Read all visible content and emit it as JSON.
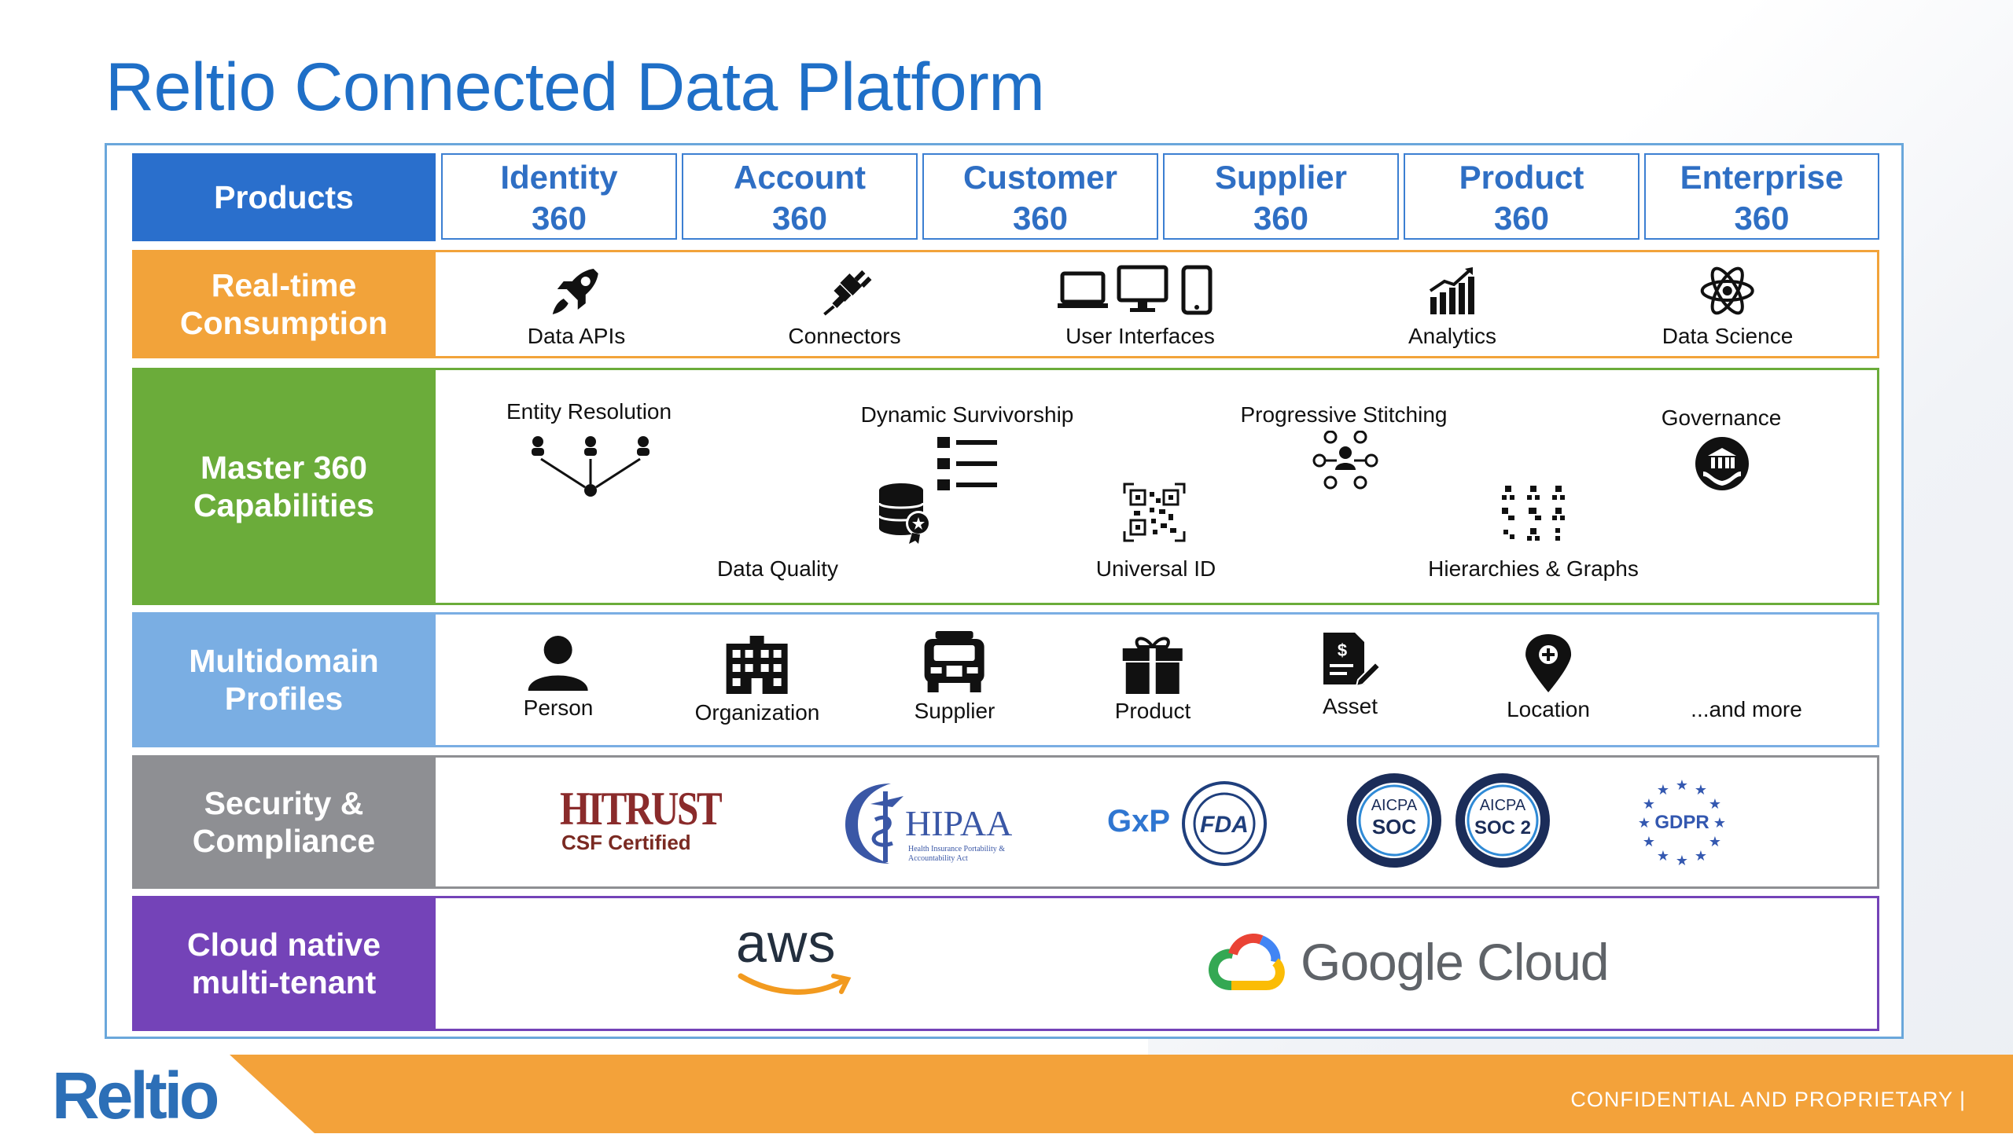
{
  "title": "Reltio Connected Data Platform",
  "colors": {
    "title_blue": "#1f6fc7",
    "products": "#2a6fcc",
    "realtime": "#f2a33a",
    "master": "#6bac3a",
    "multidomain": "#7aaee3",
    "security": "#8e8f93",
    "cloud": "#7443b8",
    "footer_orange": "#f3a23a"
  },
  "rows": {
    "products": {
      "label": "Products",
      "items": [
        "Identity\n360",
        "Account\n360",
        "Customer\n360",
        "Supplier\n360",
        "Product\n360",
        "Enterprise\n360"
      ]
    },
    "realtime": {
      "label": "Real-time\nConsumption",
      "items": [
        {
          "label": "Data APIs",
          "icon": "rocket-icon"
        },
        {
          "label": "Connectors",
          "icon": "plug-icon"
        },
        {
          "label": "User Interfaces",
          "icon": "devices-icon"
        },
        {
          "label": "Analytics",
          "icon": "bar-chart-icon"
        },
        {
          "label": "Data Science",
          "icon": "atom-icon"
        }
      ]
    },
    "master": {
      "label": "Master 360\nCapabilities",
      "items": [
        {
          "label": "Entity Resolution",
          "icon": "entity-resolution-icon"
        },
        {
          "label": "Dynamic Survivorship",
          "icon": "list-icon"
        },
        {
          "label": "Progressive Stitching",
          "icon": "network-people-icon"
        },
        {
          "label": "Governance",
          "icon": "governance-icon"
        },
        {
          "label": "Data Quality",
          "icon": "database-badge-icon"
        },
        {
          "label": "Universal ID",
          "icon": "qr-code-icon"
        },
        {
          "label": "Hierarchies & Graphs",
          "icon": "hierarchy-icon"
        }
      ]
    },
    "multidomain": {
      "label": "Multidomain\nProfiles",
      "items": [
        {
          "label": "Person",
          "icon": "person-icon"
        },
        {
          "label": "Organization",
          "icon": "building-icon"
        },
        {
          "label": "Supplier",
          "icon": "truck-icon"
        },
        {
          "label": "Product",
          "icon": "gift-icon"
        },
        {
          "label": "Asset",
          "icon": "document-dollar-icon"
        },
        {
          "label": "Location",
          "icon": "map-pin-icon"
        },
        {
          "label": "...and more",
          "icon": ""
        }
      ]
    },
    "security": {
      "label": "Security &\nCompliance",
      "hitrust_main": "HITRUST",
      "hitrust_sub": "CSF Certified",
      "hipaa_main": "HIPAA",
      "hipaa_sub": "Health Insurance Portability & Accountability Act",
      "gxp": "GxP",
      "fda": "FDA",
      "soc1_top": "AICPA",
      "soc1_main": "SOC",
      "soc2_top": "AICPA",
      "soc2_main": "SOC 2",
      "gdpr": "GDPR"
    },
    "cloud": {
      "label": "Cloud native\nmulti-tenant",
      "aws": "aws",
      "google": "Google Cloud"
    }
  },
  "footer": {
    "brand": "Reltio",
    "confidential": "CONFIDENTIAL AND PROPRIETARY  |"
  }
}
